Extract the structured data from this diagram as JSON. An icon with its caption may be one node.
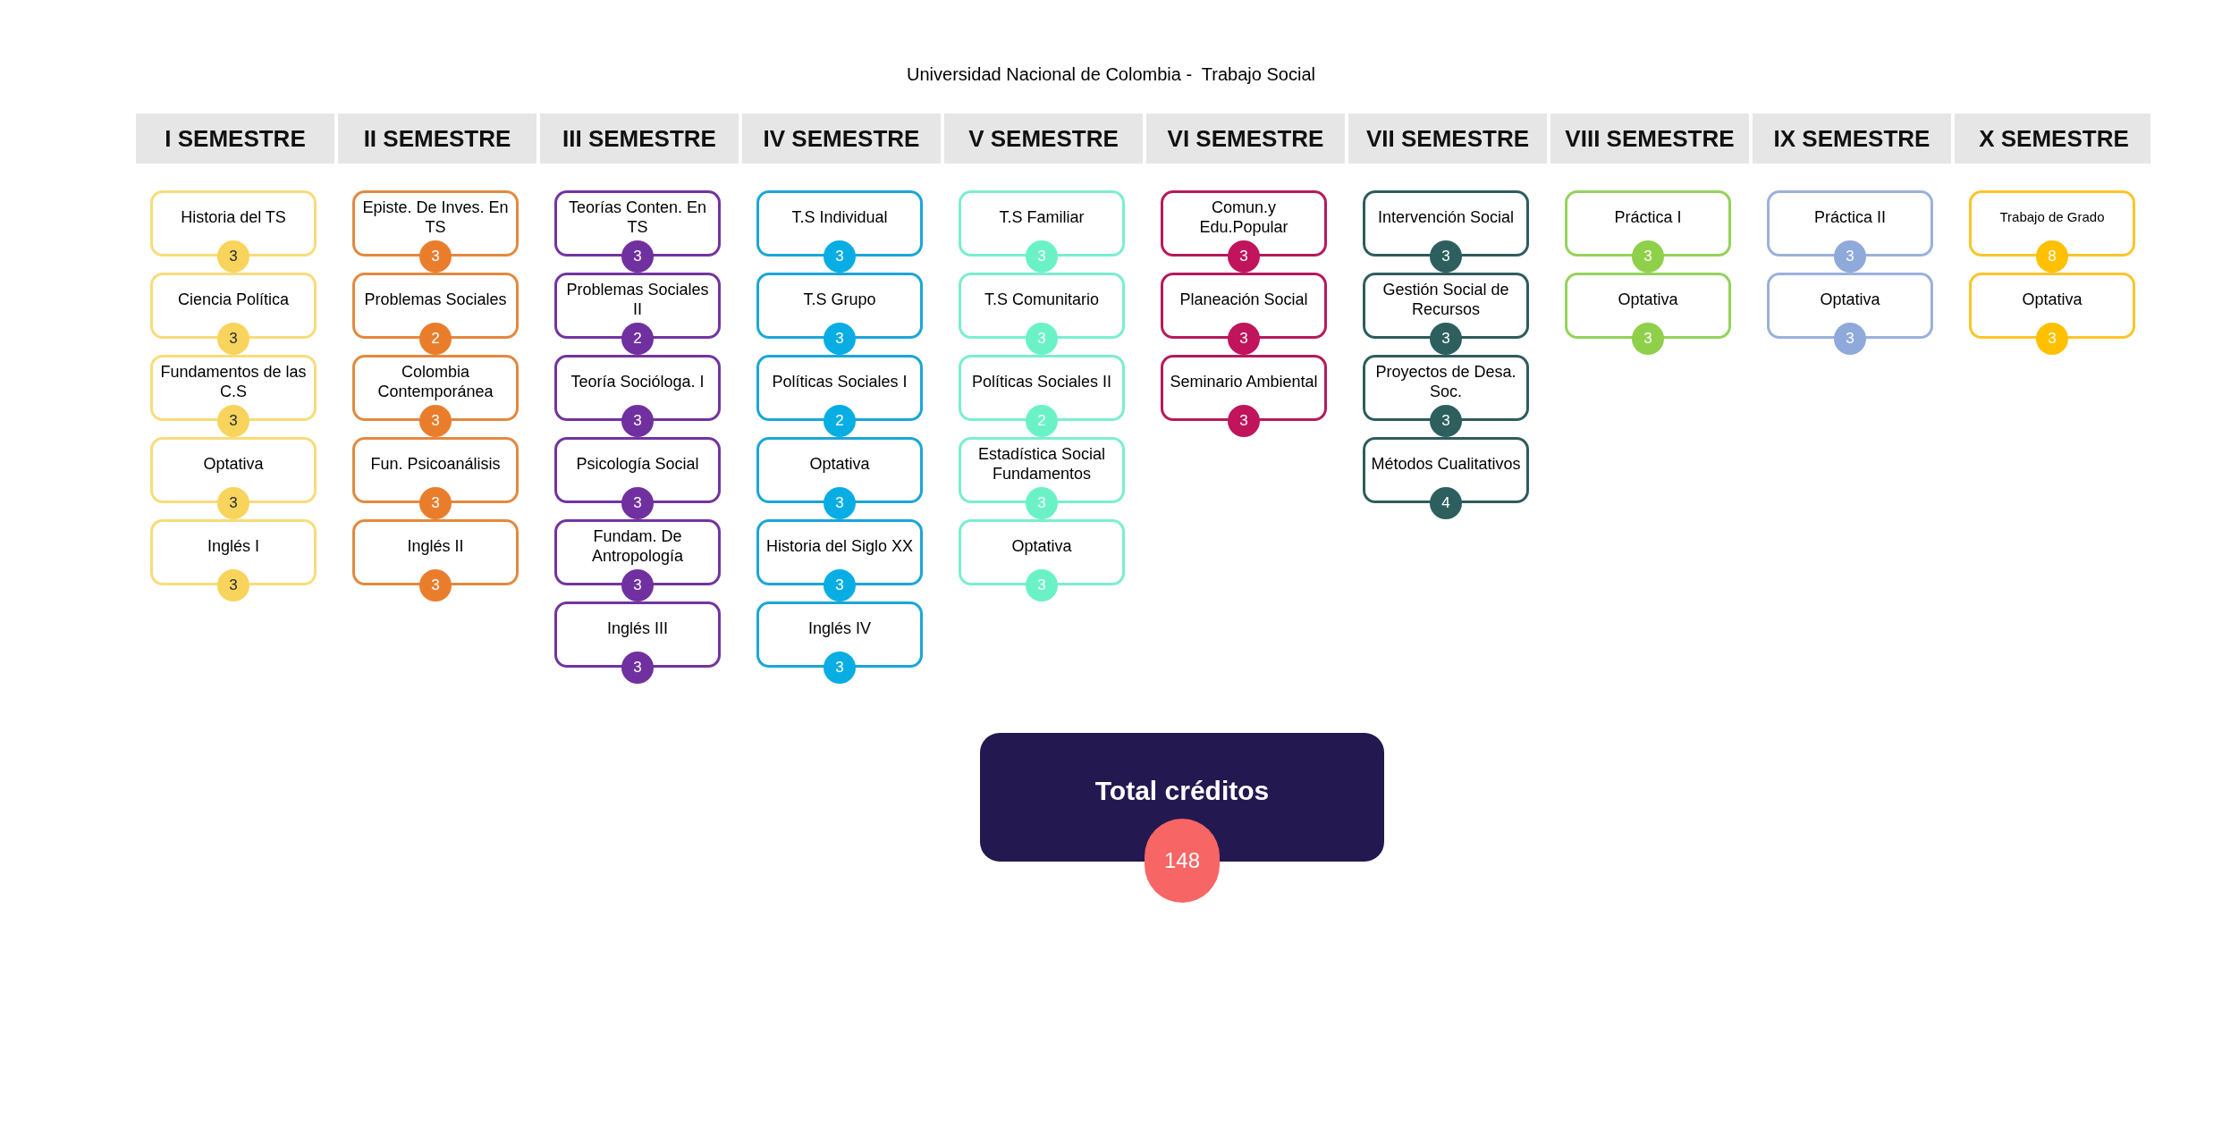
{
  "diagram": {
    "title": "Universidad Nacional de Colombia -  Trabajo Social",
    "nodes": [
      {
        "text": [
          "I SEMESTRE"
        ]
      },
      {
        "text": [
          "II SEMESTRE"
        ]
      },
      {
        "text": [
          "III SEMESTRE"
        ]
      },
      {
        "text": [
          "IV SEMESTRE"
        ]
      },
      {
        "text": [
          "V SEMESTRE"
        ]
      },
      {
        "text": [
          "VI SEMESTRE"
        ]
      },
      {
        "text": [
          "VII SEMESTRE"
        ]
      },
      {
        "text": [
          "VIII SEMESTRE"
        ]
      },
      {
        "text": [
          "IX SEMESTRE"
        ]
      },
      {
        "text": [
          "X SEMESTRE"
        ]
      },
      {
        "text": [
          "Historia del TS",
          "3"
        ]
      },
      {
        "text": [
          "Ciencia Política",
          "3"
        ]
      },
      {
        "text": [
          "Fundamentos de las C.S",
          "3"
        ]
      },
      {
        "text": [
          "Optativa",
          "3"
        ]
      },
      {
        "text": [
          "Inglés I",
          "3"
        ]
      },
      {
        "text": [
          "Episte. De Inves. En TS",
          "3"
        ]
      },
      {
        "text": [
          "Problemas Sociales",
          "2"
        ]
      },
      {
        "text": [
          "Colombia Contemporánea",
          "3"
        ]
      },
      {
        "text": [
          "Fun. Psicoanálisis",
          "3"
        ]
      },
      {
        "text": [
          "Inglés II",
          "3"
        ]
      },
      {
        "text": [
          "Teorías Conten. En TS",
          "3"
        ]
      },
      {
        "text": [
          "Problemas Sociales II",
          "2"
        ]
      },
      {
        "text": [
          "Teoría Socióloga. I",
          "3"
        ]
      },
      {
        "text": [
          "Psicología Social",
          "3"
        ]
      },
      {
        "text": [
          "Fundam. De Antropología",
          "3"
        ]
      },
      {
        "text": [
          "Inglés III",
          "3"
        ]
      },
      {
        "text": [
          "T.S Individual",
          "3"
        ]
      },
      {
        "text": [
          "T.S Grupo",
          "3"
        ]
      },
      {
        "text": [
          "Políticas Sociales I",
          "2"
        ]
      },
      {
        "text": [
          "Optativa",
          "3"
        ]
      },
      {
        "text": [
          "Historia del Siglo XX",
          "3"
        ]
      },
      {
        "text": [
          "Inglés IV",
          "3"
        ]
      },
      {
        "text": [
          "T.S Familiar",
          "3"
        ]
      },
      {
        "text": [
          "T.S Comunitario",
          "3"
        ]
      },
      {
        "text": [
          "Políticas Sociales II",
          "2"
        ]
      },
      {
        "text": [
          "Estadística Social Fundamentos",
          "3"
        ]
      },
      {
        "text": [
          "Optativa",
          "3"
        ]
      },
      {
        "text": [
          "Comun.y Edu.Popular",
          "3"
        ]
      },
      {
        "text": [
          "Planeación Social",
          "3"
        ]
      },
      {
        "text": [
          "Seminario Ambiental",
          "3"
        ]
      },
      {
        "text": [
          "Intervención Social",
          "3"
        ]
      },
      {
        "text": [
          "Gestión Social de Recursos",
          "3"
        ]
      },
      {
        "text": [
          "Proyectos de Desa. Soc.",
          "3"
        ]
      },
      {
        "text": [
          "Métodos Cualitativos",
          "4"
        ]
      },
      {
        "text": [
          "Práctica I",
          "3"
        ]
      },
      {
        "text": [
          "Optativa",
          "3"
        ]
      },
      {
        "text": [
          "Práctica II",
          "3"
        ]
      },
      {
        "text": [
          "Optativa",
          "3"
        ]
      },
      {
        "text": [
          "Trabajo de Grado",
          "8"
        ]
      },
      {
        "text": [
          "Optativa",
          "3"
        ]
      },
      {
        "text": [
          "Total créditos",
          "148"
        ]
      }
    ]
  }
}
